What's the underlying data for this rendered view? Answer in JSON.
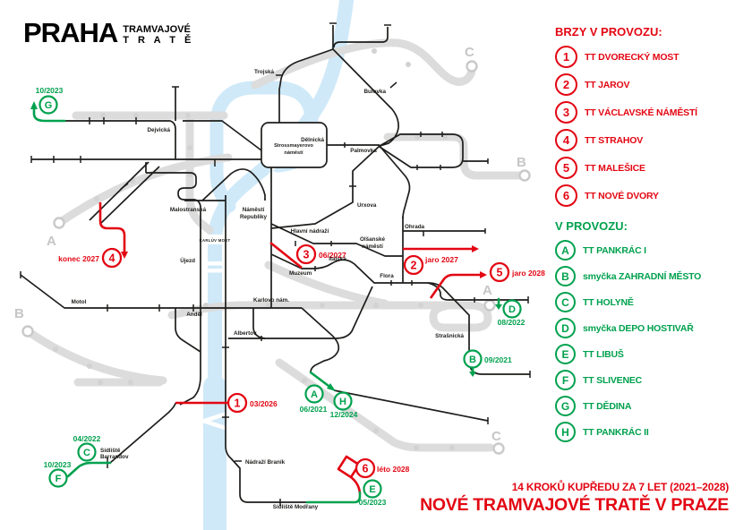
{
  "title": {
    "city": "PRAHA",
    "subtitle_line1": "TRAMVAJOVÉ",
    "subtitle_line2": "T R A T Ě"
  },
  "legend_soon": {
    "heading": "BRZY V PROVOZU:",
    "items": [
      {
        "number": "1",
        "label": "TT DVORECKÝ MOST"
      },
      {
        "number": "2",
        "label": "TT JAROV"
      },
      {
        "number": "3",
        "label": "TT VÁCLAVSKÉ NÁMĚSTÍ"
      },
      {
        "number": "4",
        "label": "TT STRAHOV"
      },
      {
        "number": "5",
        "label": "TT MALEŠICE"
      },
      {
        "number": "6",
        "label": "TT NOVÉ DVORY"
      }
    ]
  },
  "legend_open": {
    "heading": "V PROVOZU:",
    "items": [
      {
        "letter": "A",
        "label": "TT PANKRÁC I"
      },
      {
        "letter": "B",
        "label": "smyčka ZAHRADNÍ MĚSTO"
      },
      {
        "letter": "C",
        "label": "TT HOLYNĚ"
      },
      {
        "letter": "D",
        "label": "smyčka DEPO HOSTIVAŘ"
      },
      {
        "letter": "E",
        "label": "TT LIBUŠ"
      },
      {
        "letter": "F",
        "label": "TT SLIVENEC"
      },
      {
        "letter": "G",
        "label": "TT DĚDINA"
      },
      {
        "letter": "H",
        "label": "TT PANKRÁC II"
      }
    ]
  },
  "footer": {
    "line1": "14 KROKŮ KUPŘEDU ZA 7 LET (2021–2028)",
    "line2": "NOVÉ TRAMVAJOVÉ TRATĚ V PRAZE"
  },
  "map": {
    "station_labels": [
      "Dejvická",
      "Trojská",
      "Bulovka",
      "Dělnická",
      "Palmovka",
      "Strossmayerovo",
      "náměstí",
      "Urxova",
      "Malostranská",
      "Náměstí",
      "Republiky",
      "Újezd",
      "KARLŮV MOST",
      "Hlavní nádraží",
      "Muzeum",
      "Italská",
      "Olšanské",
      "náměstí",
      "Ohrada",
      "Flora",
      "Karlovo nám.",
      "Motol",
      "Anděl",
      "Albertov",
      "Strašnická",
      "Nádraží Braník",
      "Sídliště Modřany",
      "Sídliště",
      "Barrandov"
    ],
    "metro_line_letters": [
      "A",
      "B",
      "C",
      "B",
      "A",
      "C"
    ],
    "red_markers": [
      {
        "number": "1",
        "date": "03/2026"
      },
      {
        "number": "2",
        "date": "jaro 2027"
      },
      {
        "number": "3",
        "date": "06/2027"
      },
      {
        "number": "4",
        "date": "konec 2027"
      },
      {
        "number": "5",
        "date": "jaro 2028"
      },
      {
        "number": "6",
        "date": "léto 2028"
      }
    ],
    "green_markers": [
      {
        "letter": "A",
        "date": "06/2021"
      },
      {
        "letter": "B",
        "date": "09/2021"
      },
      {
        "letter": "C",
        "date": "04/2022"
      },
      {
        "letter": "D",
        "date": "08/2022"
      },
      {
        "letter": "E",
        "date": "05/2023"
      },
      {
        "letter": "F",
        "date": "10/2023"
      },
      {
        "letter": "G",
        "date": "10/2023"
      },
      {
        "letter": "H",
        "date": "12/2024"
      }
    ]
  },
  "colors": {
    "red": "#e30613",
    "green": "#00a14e",
    "river": "#cfe9f8",
    "metro_gray": "#dcdcdc",
    "line_black": "#1d1d1b"
  }
}
